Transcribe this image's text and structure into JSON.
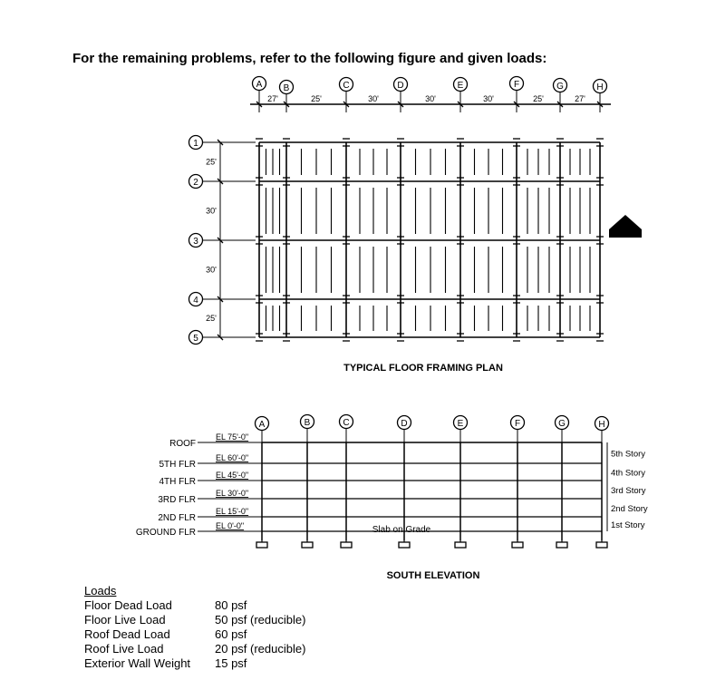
{
  "heading": "For the remaining problems, refer to the following figure and given loads:",
  "plan": {
    "title": "TYPICAL FLOOR FRAMING PLAN",
    "column_lines": [
      "A",
      "B",
      "C",
      "D",
      "E",
      "F",
      "G",
      "H"
    ],
    "bay_widths": [
      "27'",
      "25'",
      "30'",
      "30'",
      "30'",
      "25'",
      "27'"
    ],
    "row_lines": [
      "1",
      "2",
      "3",
      "4",
      "5"
    ],
    "row_spacings": [
      "25'",
      "30'",
      "30'",
      "25'"
    ]
  },
  "elevation": {
    "title": "SOUTH ELEVATION",
    "column_lines": [
      "A",
      "B",
      "C",
      "D",
      "E",
      "F",
      "G",
      "H"
    ],
    "levels": [
      {
        "name": "ROOF",
        "elevation": "EL 75'-0\""
      },
      {
        "name": "5TH FLR",
        "elevation": "EL 60'-0\""
      },
      {
        "name": "4TH FLR",
        "elevation": "EL 45'-0\""
      },
      {
        "name": "3RD FLR",
        "elevation": "EL 30'-0\""
      },
      {
        "name": "2ND FLR",
        "elevation": "EL 15'-0\""
      },
      {
        "name": "GROUND FLR",
        "elevation": "EL 0'-0\""
      }
    ],
    "stories": [
      "5th Story",
      "4th Story",
      "3rd Story",
      "2nd Story",
      "1st Story"
    ],
    "slab_label": "Slab on Grade"
  },
  "loads": {
    "title": "Loads",
    "items": [
      {
        "name": "Floor Dead Load",
        "value": "80 psf"
      },
      {
        "name": "Floor Live Load",
        "value": "50 psf (reducible)"
      },
      {
        "name": "Roof Dead Load",
        "value": "60 psf"
      },
      {
        "name": "Roof Live Load",
        "value": "20 psf (reducible)"
      },
      {
        "name": "Exterior Wall Weight",
        "value": "15 psf"
      }
    ]
  },
  "colors": {
    "ink": "#000000",
    "background": "#ffffff"
  },
  "icons": {
    "north_arrow": "north-arrow-icon"
  }
}
